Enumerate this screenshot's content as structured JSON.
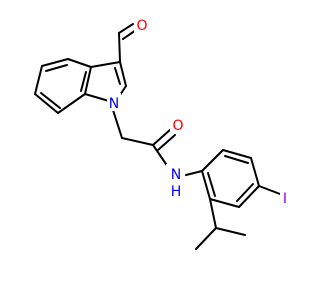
{
  "molecule": {
    "atoms": {
      "aldehyde_o": {
        "text": "O",
        "color": "#ff0000"
      },
      "indole_n": {
        "text": "N",
        "color": "#0000ff"
      },
      "amide_o": {
        "text": "O",
        "color": "#ff0000"
      },
      "amide_n": {
        "text": "N",
        "color": "#0000ff"
      },
      "amide_h": {
        "text": "H",
        "color": "#0000ff"
      },
      "iodine": {
        "text": "I",
        "color": "#9400d3"
      }
    },
    "bond_color": "#000000"
  }
}
